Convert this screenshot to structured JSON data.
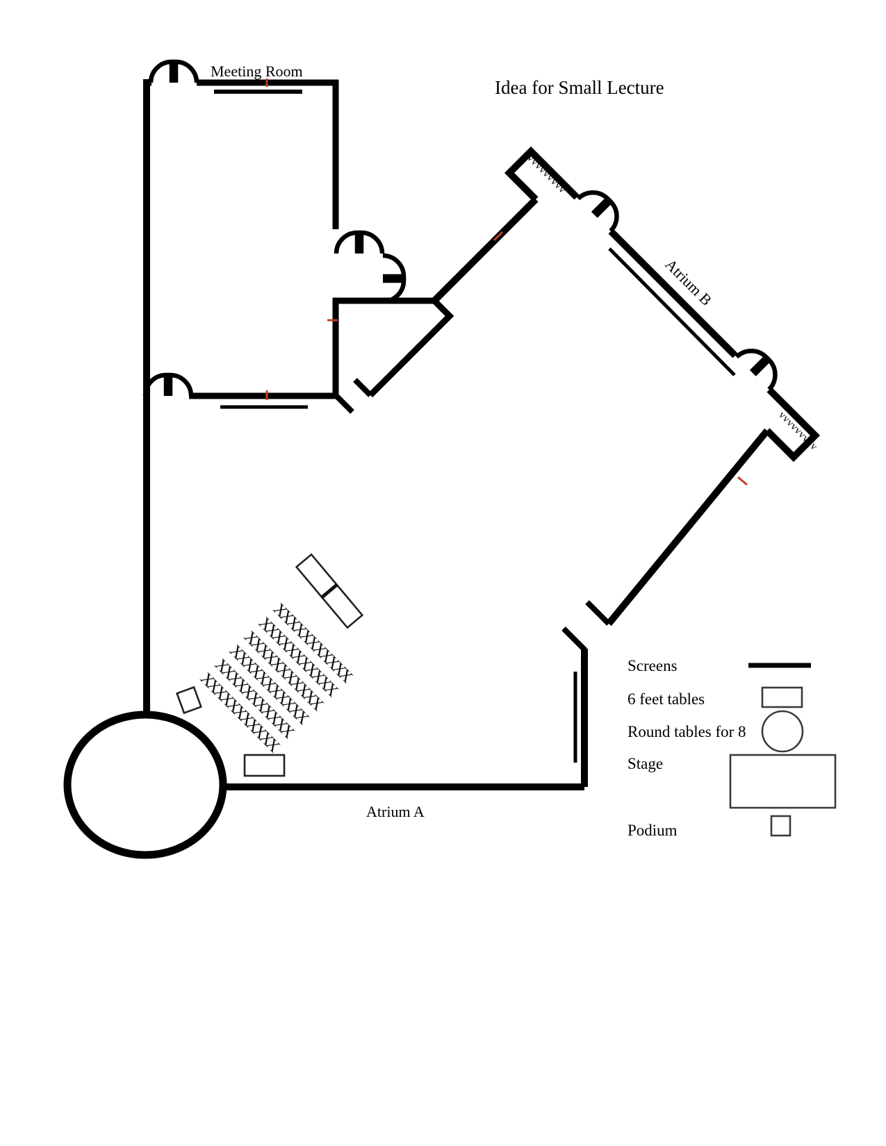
{
  "title": "Idea for Small Lecture",
  "rooms": {
    "meeting_room": "Meeting Room",
    "atrium_a": "Atrium A",
    "atrium_b": "Atrium B"
  },
  "legend": {
    "items": [
      {
        "label": "Screens",
        "swatch": "screen-line"
      },
      {
        "label": "6 feet tables",
        "swatch": "table-rect"
      },
      {
        "label": "Round tables for 8",
        "swatch": "round-table-circle"
      },
      {
        "label": "Stage",
        "swatch": "stage-rect"
      },
      {
        "label": "Podium",
        "swatch": "podium-square"
      }
    ]
  },
  "seating": {
    "rows": 6,
    "row_text": "XXXXXXXXXXX"
  },
  "hatch": {
    "text": "vvvvvvvvv"
  },
  "colors": {
    "wall": "#000000",
    "connector_tick": "#bf4122",
    "furniture": "#222222"
  }
}
